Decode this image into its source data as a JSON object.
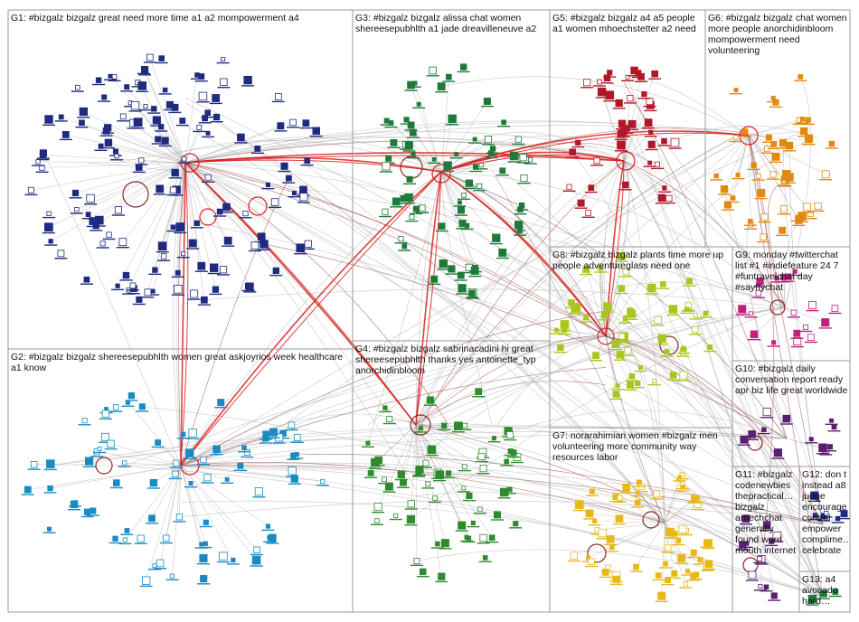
{
  "colors": {
    "edge_gray": "#a9a9a9",
    "edge_red": "#d92020",
    "edge_maroon": "#8b2a2a",
    "panel_border": "#9a9a9a",
    "g1": "#1f2a80",
    "g2": "#1a8bc2",
    "g3": "#1f7a3a",
    "g4": "#2e8b2e",
    "g5": "#b0182a",
    "g6": "#e08a10",
    "g7": "#e8b818",
    "g8": "#a9c61e",
    "g9": "#c2207a",
    "g10": "#5a2070",
    "g11": "#5a2070",
    "g12": "#1f2a80",
    "g13": "#1f7a3a"
  },
  "groups": [
    {
      "id": "G1",
      "label": "G1: #bizgalz bizgalz great need more time a1 a2 mompowerment a4"
    },
    {
      "id": "G2",
      "label": "G2: #bizgalz bizgalz shereesepubhlth women great askjoyrios week healthcare a1 know"
    },
    {
      "id": "G3",
      "label": "G3: #bizgalz bizgalz alissa chat women shereesepubhlth a1 jade dreavilleneuve a2"
    },
    {
      "id": "G4",
      "label": "G4: #bizgalz bizgalz sabrinacadini hi great shereesepubhlth thanks yes antoinette_typ anorchidinbloom"
    },
    {
      "id": "G5",
      "label": "G5: #bizgalz bizgalz a4 a5 people a1 women mhoechstetter a2 need"
    },
    {
      "id": "G6",
      "label": "G6: #bizgalz bizgalz chat women more people anorchidinbloom mompowerment need volunteering"
    },
    {
      "id": "G7",
      "label": "G7: norarahimian women #bizgalz men volunteering more community way resources labor"
    },
    {
      "id": "G8",
      "label": "G8: #bizgalz bizgalz plants time more up people adventureglass need one"
    },
    {
      "id": "G9",
      "label": "G9: monday #twitterchat list #1 #indiefeature 24 7 #funtravelchat day #sayftychat"
    },
    {
      "id": "G10",
      "label": "G10: #bizgalz daily conversation report ready apr biz life great worldwide"
    },
    {
      "id": "G11",
      "label": "G11: #bizgalz codenewbies thepractical… bizgalz arttechchat generally found word mouth internet"
    },
    {
      "id": "G12",
      "label": "G12: don t instead a8 judge encourage control empower complime… celebrate"
    },
    {
      "id": "G13",
      "label": "G13: a4 avocado hard…"
    }
  ]
}
